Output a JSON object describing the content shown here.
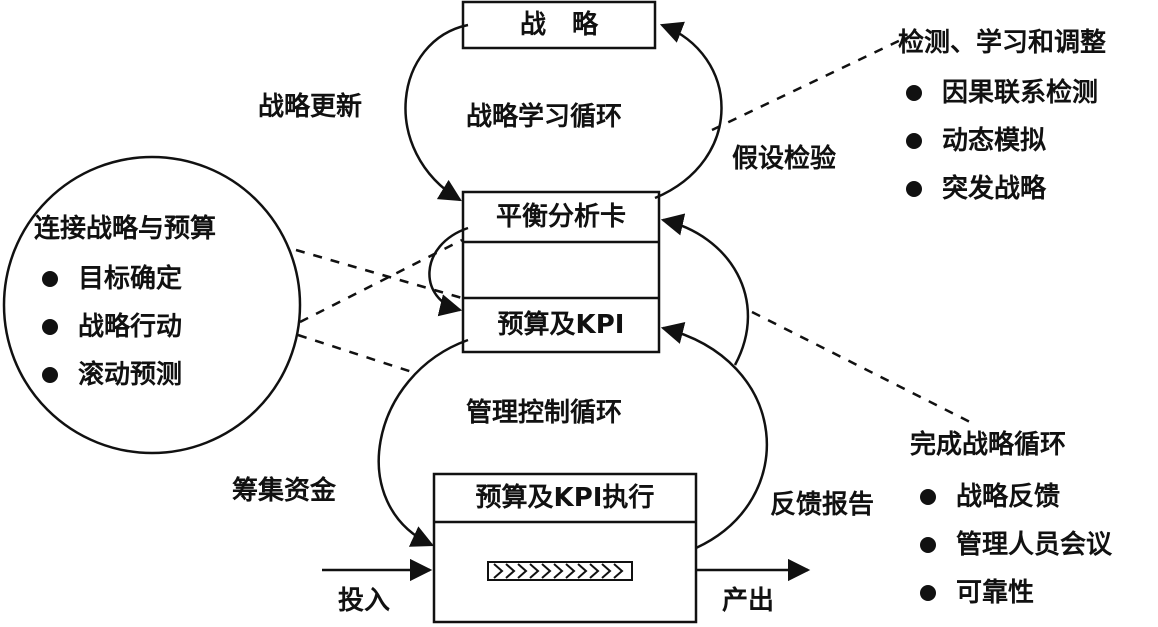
{
  "boxes": {
    "strategy": "战　略",
    "balanced_scorecard": "平衡分析卡",
    "budget_kpi": "预算及KPI",
    "budget_kpi_execution": "预算及KPI执行"
  },
  "loops": {
    "strategy_learning": "战略学习循环",
    "management_control": "管理控制循环"
  },
  "arrow_labels": {
    "strategy_update": "战略更新",
    "hypothesis_testing": "假设检验",
    "raise_funds": "筹集资金",
    "feedback_report": "反馈报告",
    "input": "投入",
    "output": "产出"
  },
  "left_circle": {
    "title": "连接战略与预算",
    "items": [
      "目标确定",
      "战略行动",
      "滚动预测"
    ]
  },
  "top_right": {
    "title": "检测、学习和调整",
    "items": [
      "因果联系检测",
      "动态模拟",
      "突发战略"
    ]
  },
  "bottom_right": {
    "title": "完成战略循环",
    "items": [
      "战略反馈",
      "管理人员会议",
      "可靠性"
    ]
  }
}
